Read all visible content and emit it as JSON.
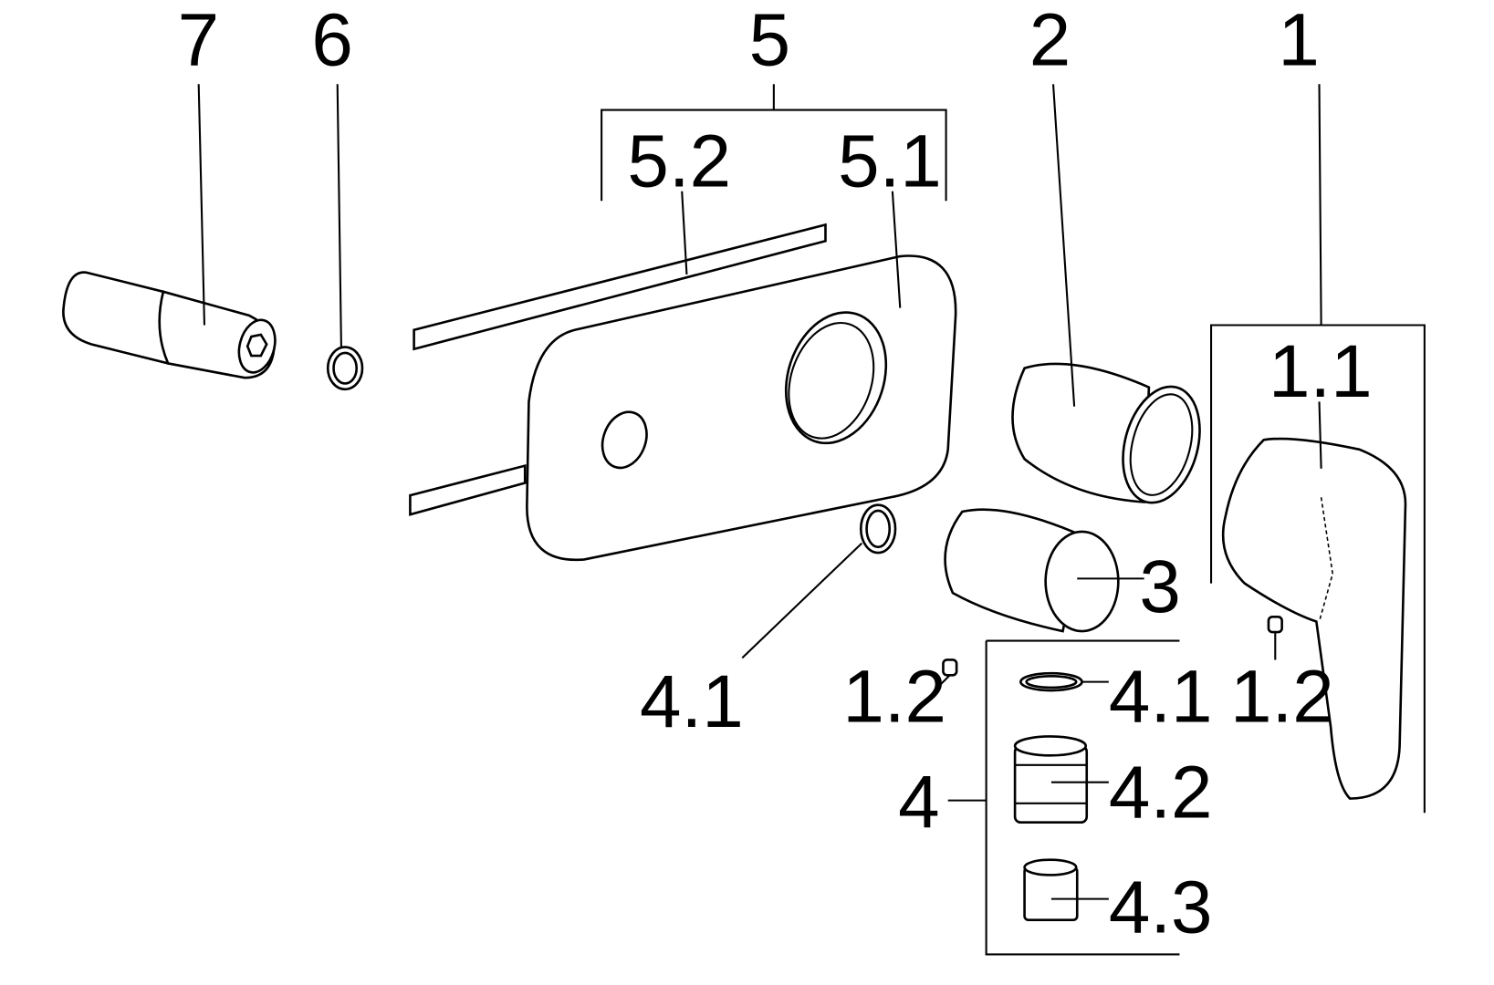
{
  "diagram": {
    "type": "exploded-parts-view",
    "labels": {
      "p7": "7",
      "p6": "6",
      "p5": "5",
      "p5_2": "5.2",
      "p5_1": "5.1",
      "p2": "2",
      "p1": "1",
      "p1_1": "1.1",
      "p4_1_left": "4.1",
      "p1_2_mid": "1.2",
      "p4_1_box": "4.1",
      "p3": "3",
      "p1_2_right": "1.2",
      "p4": "4",
      "p4_2": "4.2",
      "p4_3": "4.3"
    }
  }
}
